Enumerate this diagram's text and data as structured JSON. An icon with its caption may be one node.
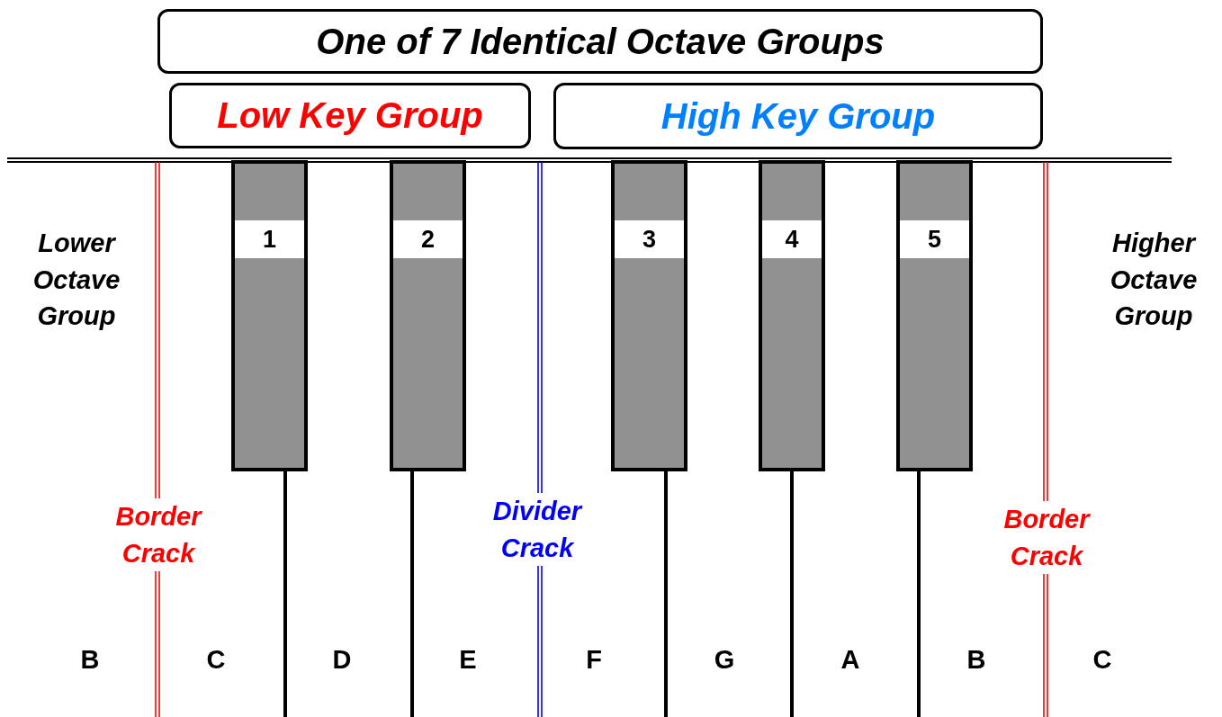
{
  "diagram": {
    "nodes": [
      {
        "text": [
          "One of 7 Identical Octave Groups"
        ]
      },
      {
        "text": [
          "Low Key Group"
        ]
      },
      {
        "text": [
          "High Key Group"
        ]
      },
      {
        "text": [
          "1"
        ]
      },
      {
        "text": [
          "2"
        ]
      },
      {
        "text": [
          "3"
        ]
      },
      {
        "text": [
          "4"
        ]
      },
      {
        "text": [
          "5"
        ]
      }
    ],
    "edges": [],
    "labels": [
      "Lower Octave Group",
      "Higher Octave Group",
      "Border Crack",
      "Divider Crack",
      "Border Crack",
      "B",
      "C",
      "D",
      "E",
      "F",
      "G",
      "A",
      "B",
      "C"
    ]
  }
}
